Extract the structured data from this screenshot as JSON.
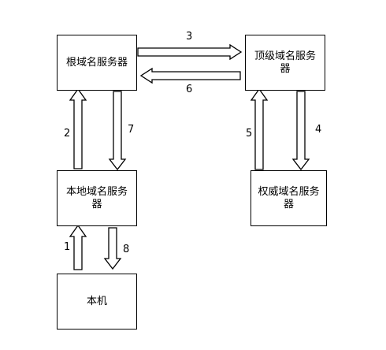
{
  "nodes": {
    "root_server": "根域名服务器",
    "tld_server": "顶级域名服务器",
    "local_server": "本地域名服务器",
    "auth_server": "权威域名服务器",
    "host": "本机"
  },
  "steps": {
    "s1": "1",
    "s2": "2",
    "s3": "3",
    "s4": "4",
    "s5": "5",
    "s6": "6",
    "s7": "7",
    "s8": "8"
  }
}
